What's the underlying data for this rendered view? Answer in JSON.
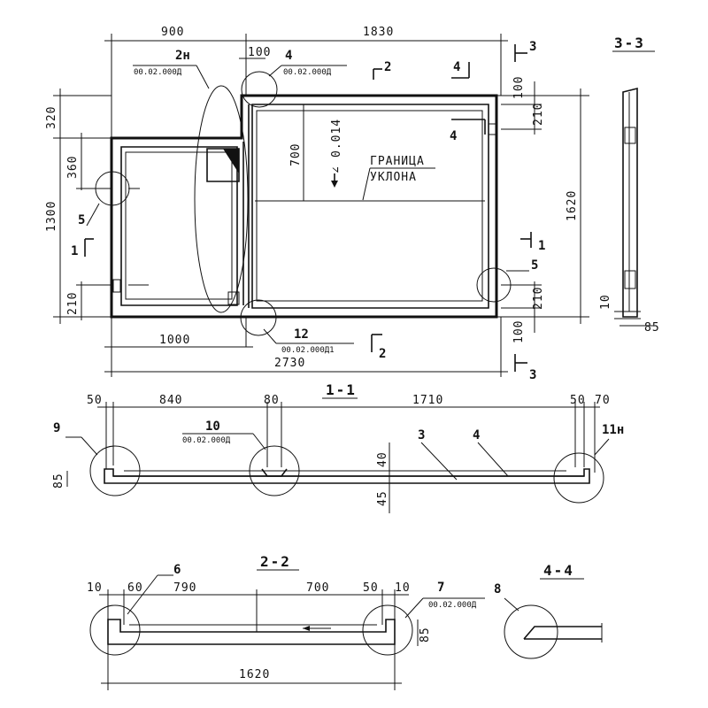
{
  "plan": {
    "dim_top_left": "900",
    "dim_top_right": "1830",
    "dim_notch": "100",
    "dim_bottom_left": "1000",
    "dim_bottom_total": "2730",
    "dim_left_top": "320",
    "dim_left_main": "1300",
    "dim_left_360": "360",
    "dim_left_210": "210",
    "dim_inner_700": "700",
    "dim_right_100_top": "100",
    "dim_right_210_top": "210",
    "dim_right_1620": "1620",
    "dim_right_210_bot": "210",
    "dim_right_100_bot": "100",
    "slope": "0.014",
    "slope_text_1": "ГРАНИЦА",
    "slope_text_2": "УКЛОНА",
    "callout_2n": "2н",
    "callout_2n_ref": "00.02.000Д",
    "callout_4": "4",
    "callout_4_ref": "00.02.000Д",
    "callout_12": "12",
    "callout_12_ref": "00.02.000Д1",
    "callout_5_left": "5",
    "callout_5_right": "5",
    "cut_1": "1",
    "cut_2": "2",
    "cut_3": "3",
    "cut_4": "4"
  },
  "section_33": {
    "title": "3-3",
    "dim_10": "10",
    "dim_85": "85"
  },
  "section_11": {
    "title": "1-1",
    "dim_50": "50",
    "dim_840": "840",
    "dim_80": "80",
    "dim_1710": "1710",
    "dim_50r": "50",
    "dim_70": "70",
    "dim_85": "85",
    "dim_40": "40",
    "dim_45": "45",
    "callout_9": "9",
    "callout_10": "10",
    "callout_10_ref": "00.02.000Д",
    "callout_3": "3",
    "callout_4": "4",
    "callout_11": "11н"
  },
  "section_22": {
    "title": "2-2",
    "dim_10": "10",
    "dim_60": "60",
    "dim_790": "790",
    "dim_700": "700",
    "dim_50": "50",
    "dim_10r": "10",
    "dim_85": "85",
    "dim_1620": "1620",
    "callout_6": "6",
    "callout_7": "7",
    "callout_7_ref": "00.02.000Д"
  },
  "section_44": {
    "title": "4-4",
    "callout_8": "8"
  }
}
